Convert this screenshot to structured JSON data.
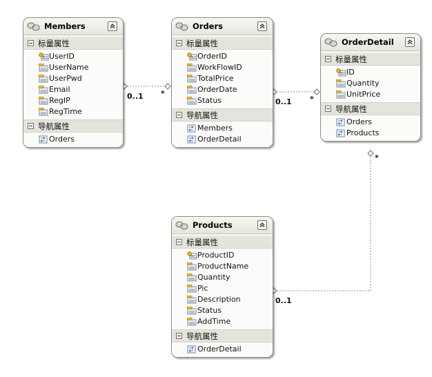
{
  "entities": [
    {
      "id": "members",
      "name": "Members",
      "sections": [
        {
          "label": "标量属性",
          "kind": "scalar",
          "items": [
            {
              "name": "UserID",
              "icon": "key-property-icon"
            },
            {
              "name": "UserName",
              "icon": "scalar-property-icon"
            },
            {
              "name": "UserPwd",
              "icon": "scalar-property-icon"
            },
            {
              "name": "Email",
              "icon": "scalar-property-icon"
            },
            {
              "name": "RegIP",
              "icon": "scalar-property-icon"
            },
            {
              "name": "RegTime",
              "icon": "scalar-property-icon"
            }
          ]
        },
        {
          "label": "导航属性",
          "kind": "nav",
          "items": [
            {
              "name": "Orders",
              "icon": "navigation-property-icon"
            }
          ]
        }
      ]
    },
    {
      "id": "orders",
      "name": "Orders",
      "sections": [
        {
          "label": "标量属性",
          "kind": "scalar",
          "items": [
            {
              "name": "OrderID",
              "icon": "key-property-icon"
            },
            {
              "name": "WorkFlowID",
              "icon": "scalar-property-icon"
            },
            {
              "name": "TotalPrice",
              "icon": "scalar-property-icon"
            },
            {
              "name": "OrderDate",
              "icon": "scalar-property-icon"
            },
            {
              "name": "Status",
              "icon": "scalar-property-icon"
            }
          ]
        },
        {
          "label": "导航属性",
          "kind": "nav",
          "items": [
            {
              "name": "Members",
              "icon": "navigation-property-icon"
            },
            {
              "name": "OrderDetail",
              "icon": "navigation-property-icon"
            }
          ]
        }
      ]
    },
    {
      "id": "orderdetail",
      "name": "OrderDetail",
      "sections": [
        {
          "label": "标量属性",
          "kind": "scalar",
          "items": [
            {
              "name": "ID",
              "icon": "key-property-icon"
            },
            {
              "name": "Quantity",
              "icon": "scalar-property-icon"
            },
            {
              "name": "UnitPrice",
              "icon": "scalar-property-icon"
            }
          ]
        },
        {
          "label": "导航属性",
          "kind": "nav",
          "items": [
            {
              "name": "Orders",
              "icon": "navigation-property-icon"
            },
            {
              "name": "Products",
              "icon": "navigation-property-icon"
            }
          ]
        }
      ]
    },
    {
      "id": "products",
      "name": "Products",
      "sections": [
        {
          "label": "标量属性",
          "kind": "scalar",
          "items": [
            {
              "name": "ProductID",
              "icon": "key-property-icon"
            },
            {
              "name": "ProductName",
              "icon": "scalar-property-icon"
            },
            {
              "name": "Quantity",
              "icon": "scalar-property-icon"
            },
            {
              "name": "Pic",
              "icon": "scalar-property-icon"
            },
            {
              "name": "Description",
              "icon": "scalar-property-icon"
            },
            {
              "name": "Status",
              "icon": "scalar-property-icon"
            },
            {
              "name": "AddTime",
              "icon": "scalar-property-icon"
            }
          ]
        },
        {
          "label": "导航属性",
          "kind": "nav",
          "items": [
            {
              "name": "OrderDetail",
              "icon": "navigation-property-icon"
            }
          ]
        }
      ]
    }
  ],
  "associations": [
    {
      "from": "members",
      "to": "orders",
      "from_multiplicity": "0..1",
      "to_multiplicity": "*"
    },
    {
      "from": "orders",
      "to": "orderdetail",
      "from_multiplicity": "0..1",
      "to_multiplicity": "*"
    },
    {
      "from": "products",
      "to": "orderdetail",
      "from_multiplicity": "0..1",
      "to_multiplicity": "*"
    }
  ],
  "icons": {
    "entity": "entity-type-icon",
    "collapse": "collapse-chevron-icon",
    "section_toggle": "section-collapse-icon"
  },
  "colors": {
    "connector": "#8c8c8c",
    "header_bg": "#e6e6dd",
    "section_bg": "#e4e4dc",
    "body_bg": "#fbfbf9",
    "border": "#8d8d86"
  }
}
